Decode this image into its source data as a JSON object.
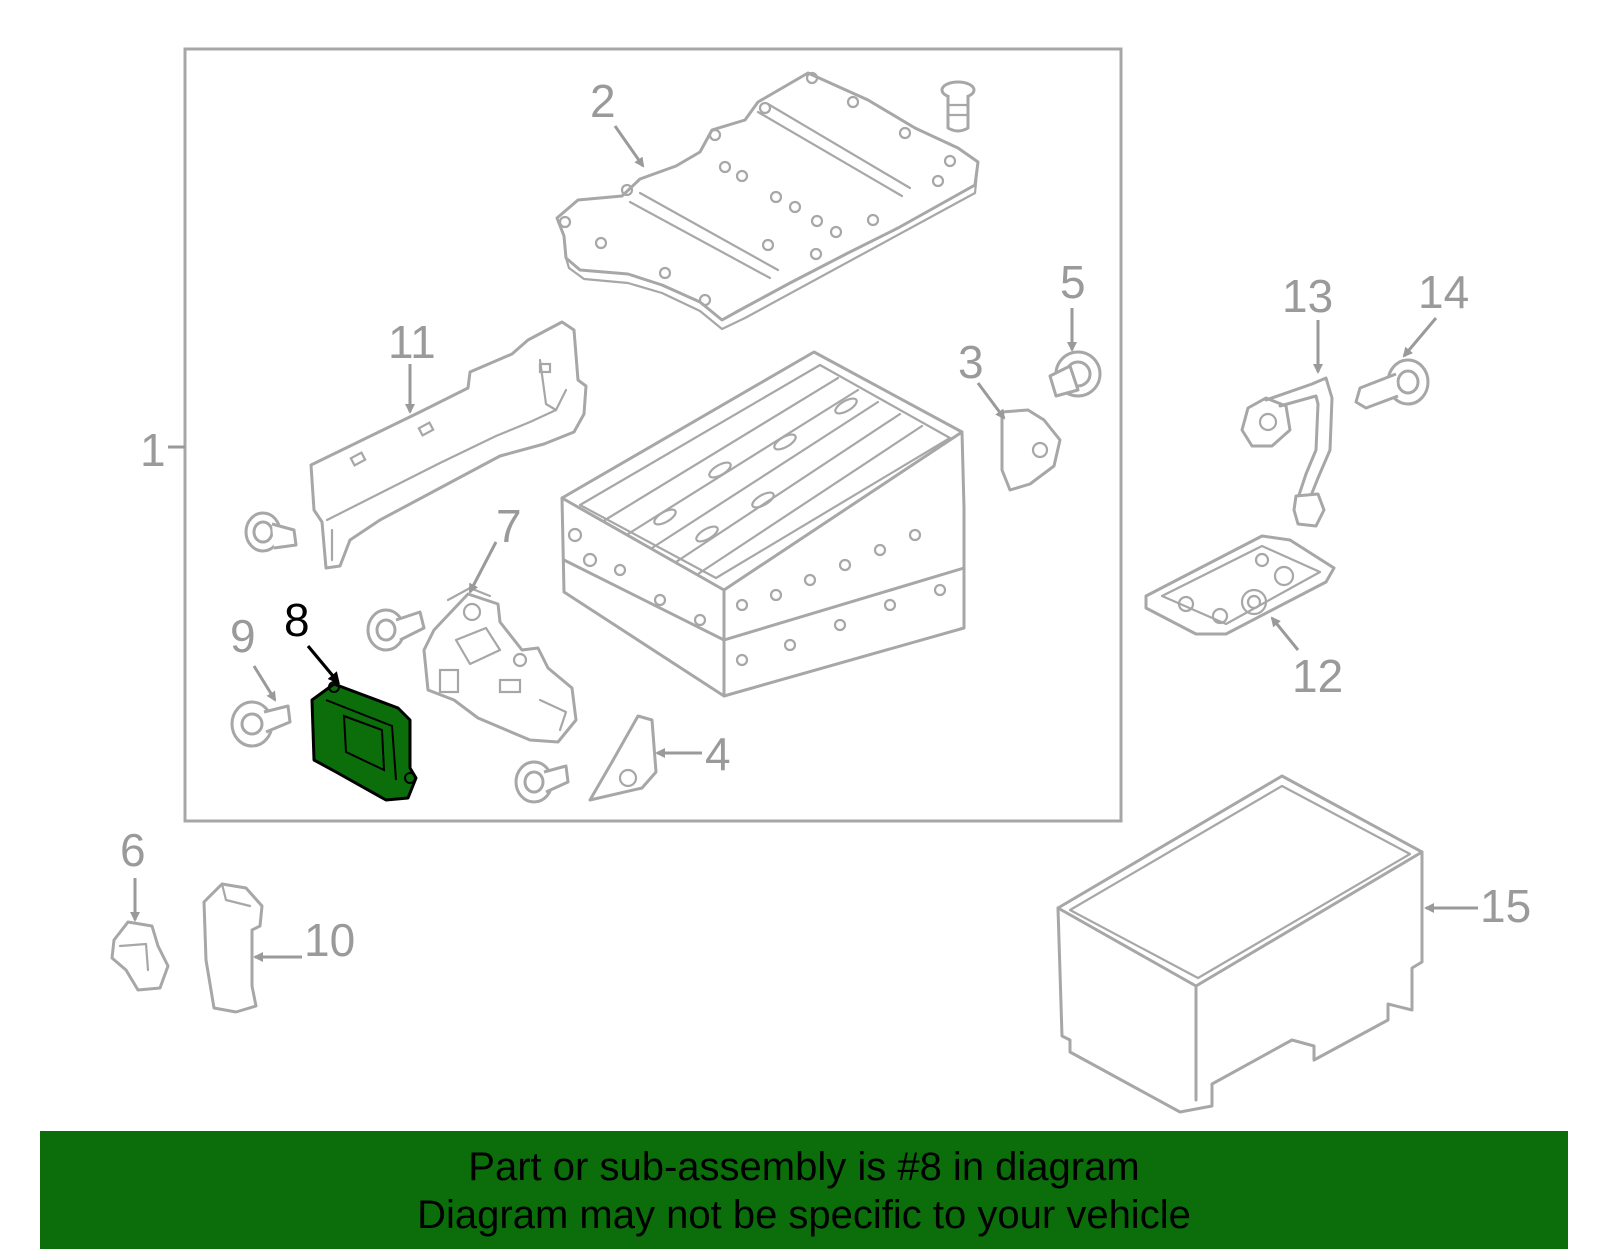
{
  "diagram": {
    "callouts": {
      "c1": "1",
      "c2": "2",
      "c3": "3",
      "c4": "4",
      "c5": "5",
      "c6": "6",
      "c7": "7",
      "c8": "8",
      "c9": "9",
      "c10": "10",
      "c11": "11",
      "c12": "12",
      "c13": "13",
      "c14": "14",
      "c15": "15"
    },
    "highlighted_part": "8",
    "colors": {
      "line_art": "#a7a7a7",
      "highlight_fill": "#0b6e0b",
      "banner_background": "#0b6e0b",
      "text": "#000000"
    }
  },
  "banner": {
    "line1": "Part or sub-assembly is #8 in diagram",
    "line2": "Diagram may not be specific to your vehicle"
  }
}
